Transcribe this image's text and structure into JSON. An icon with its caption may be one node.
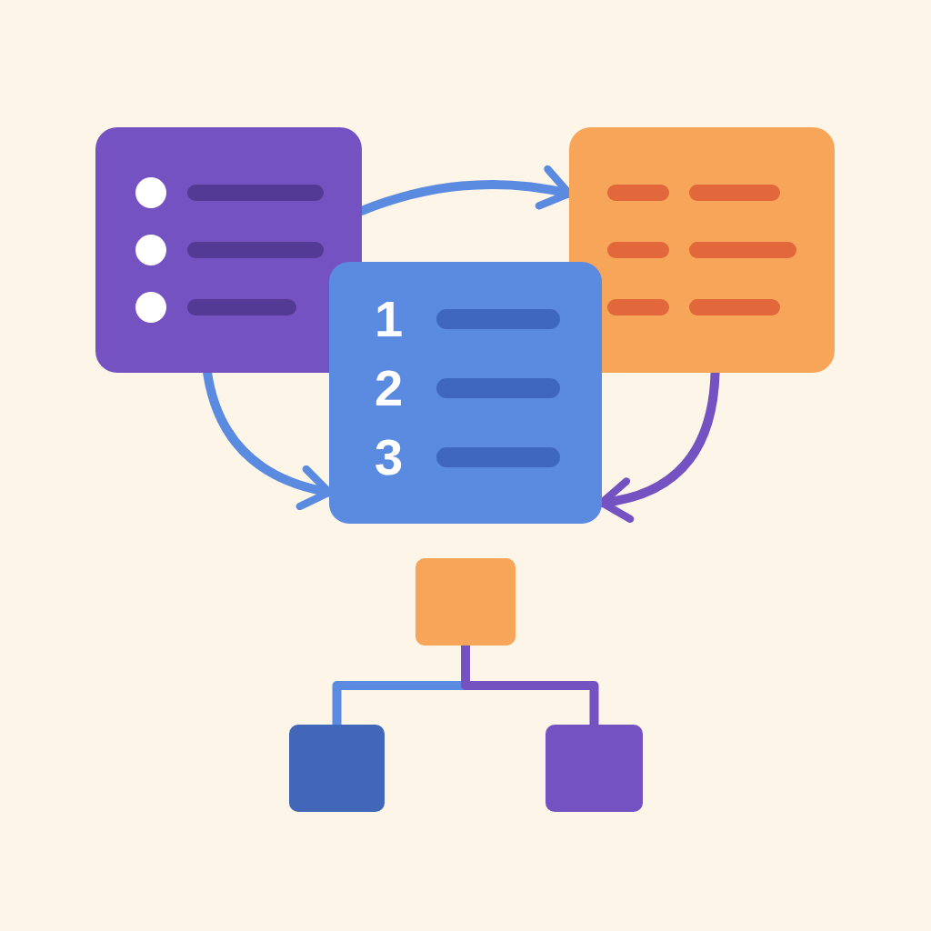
{
  "diagram": {
    "nodes": [
      {
        "text": [],
        "shape": "box"
      },
      {
        "text": [],
        "shape": "box"
      },
      {
        "text": [
          "1",
          "2",
          "3"
        ]
      },
      {
        "text": [],
        "shape": "box"
      },
      {
        "text": [],
        "shape": "box"
      },
      {
        "text": [],
        "shape": "box"
      }
    ],
    "edges": [
      {
        "from": 0,
        "to": 1,
        "arrow": "to"
      },
      {
        "from": 0,
        "to": 2,
        "arrow": "to"
      },
      {
        "from": 1,
        "to": 2,
        "arrow": "to",
        "color": "#7452c1"
      },
      {
        "from": 3,
        "to": 4,
        "arrow": "none"
      },
      {
        "from": 3,
        "to": 5,
        "arrow": "none",
        "color": "#7452c1"
      }
    ]
  }
}
